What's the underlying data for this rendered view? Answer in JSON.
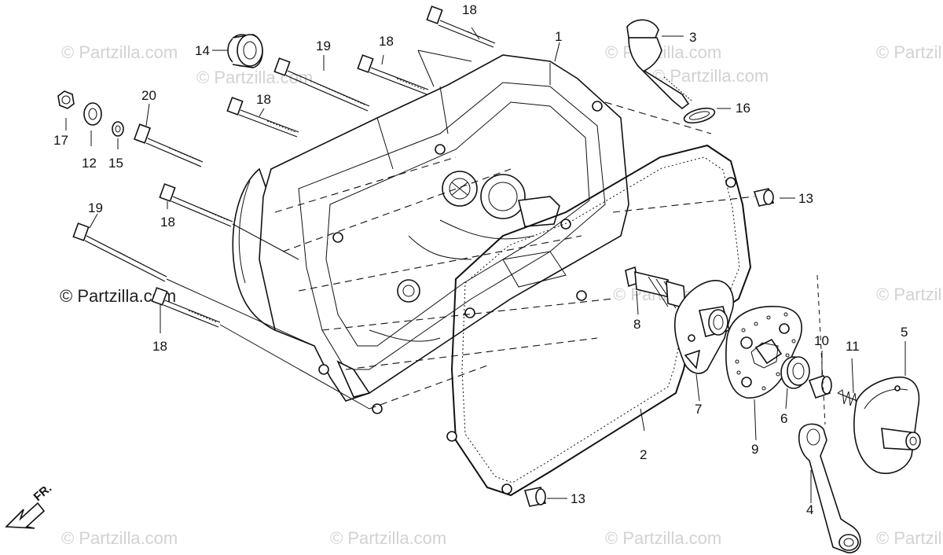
{
  "watermark": {
    "faint_text": "© Partzilla.com",
    "main_text": "© Partzilla.com"
  },
  "direction": {
    "label": "FR."
  },
  "callouts": [
    {
      "id": "c1",
      "text": "1"
    },
    {
      "id": "c2",
      "text": "2"
    },
    {
      "id": "c3",
      "text": "3"
    },
    {
      "id": "c4",
      "text": "4"
    },
    {
      "id": "c5",
      "text": "5"
    },
    {
      "id": "c6",
      "text": "6"
    },
    {
      "id": "c7",
      "text": "7"
    },
    {
      "id": "c8",
      "text": "8"
    },
    {
      "id": "c9",
      "text": "9"
    },
    {
      "id": "c10",
      "text": "10"
    },
    {
      "id": "c11",
      "text": "11"
    },
    {
      "id": "c12",
      "text": "12"
    },
    {
      "id": "c13a",
      "text": "13"
    },
    {
      "id": "c13b",
      "text": "13"
    },
    {
      "id": "c14",
      "text": "14"
    },
    {
      "id": "c15",
      "text": "15"
    },
    {
      "id": "c16",
      "text": "16"
    },
    {
      "id": "c17",
      "text": "17"
    },
    {
      "id": "c18a",
      "text": "18"
    },
    {
      "id": "c18b",
      "text": "18"
    },
    {
      "id": "c18c",
      "text": "18"
    },
    {
      "id": "c18d",
      "text": "18"
    },
    {
      "id": "c18e",
      "text": "18"
    },
    {
      "id": "c19a",
      "text": "19"
    },
    {
      "id": "c19b",
      "text": "19"
    },
    {
      "id": "c20",
      "text": "20"
    }
  ],
  "colors": {
    "line": "#111111",
    "watermark": "#d2d2d2",
    "background": "#ffffff"
  }
}
